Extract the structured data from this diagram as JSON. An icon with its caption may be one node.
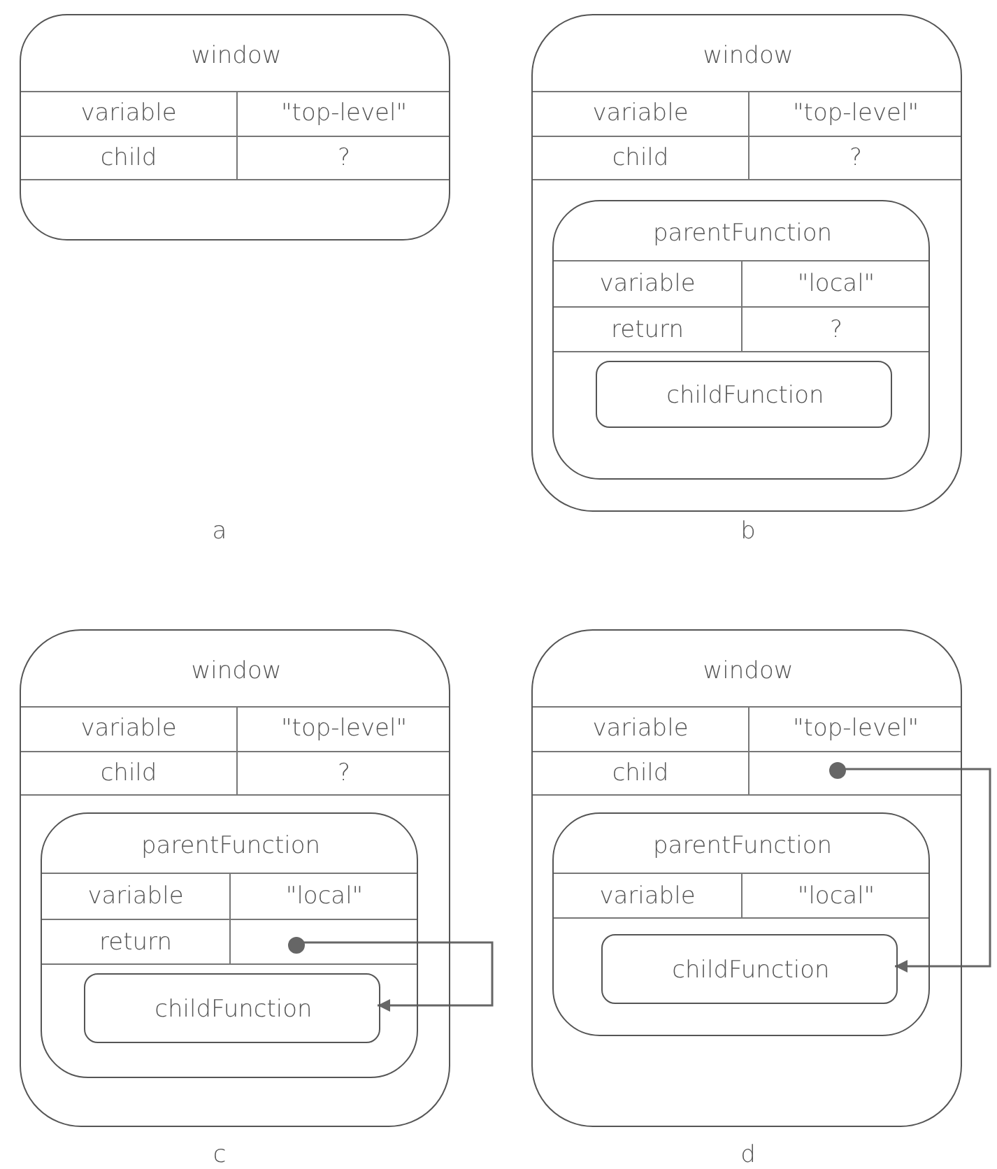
{
  "diagram": {
    "nodes": [
      {
        "text": [
          "window",
          "variable",
          "\"top-level\"",
          "child",
          "?"
        ]
      },
      {
        "text": [
          "window",
          "variable",
          "\"top-level\"",
          "child",
          "?"
        ]
      },
      {
        "text": [
          "parentFunction",
          "variable",
          "\"local\"",
          "return",
          "?"
        ],
        "in": 1
      },
      {
        "text": [
          "childFunction"
        ],
        "in": 2
      },
      {
        "text": [
          "window",
          "variable",
          "\"top-level\"",
          "child",
          "?"
        ]
      },
      {
        "text": [
          "parentFunction",
          "variable",
          "\"local\"",
          "return"
        ],
        "in": 4
      },
      {
        "text": [],
        "shape": "circle",
        "in": 5
      },
      {
        "text": [
          "childFunction"
        ],
        "in": 5
      },
      {
        "text": [
          "window",
          "variable",
          "\"top-level\"",
          "child"
        ]
      },
      {
        "text": [],
        "shape": "circle",
        "in": 8
      },
      {
        "text": [
          "parentFunction",
          "variable",
          "\"local\""
        ],
        "in": 8
      },
      {
        "text": [
          "childFunction"
        ],
        "in": 10
      }
    ],
    "edges": [
      {
        "from": 6,
        "to": 7,
        "arrow": "to"
      },
      {
        "from": 9,
        "to": 11,
        "arrow": "to"
      }
    ],
    "labels": [
      "a",
      "b",
      "c",
      "d"
    ]
  }
}
